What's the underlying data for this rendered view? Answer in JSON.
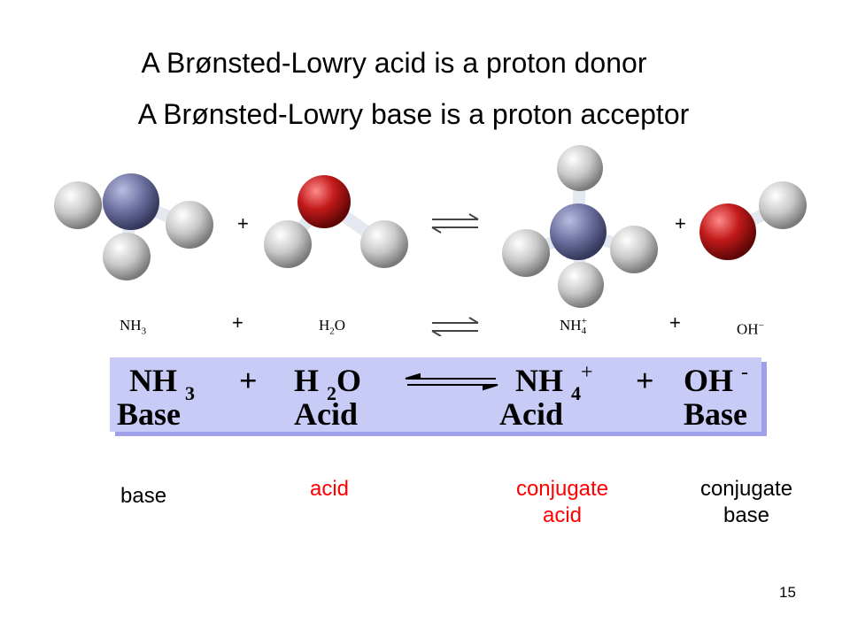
{
  "titles": {
    "acid_definition": "A Brønsted-Lowry acid is a proton donor",
    "base_definition": "A Brønsted-Lowry base is a proton acceptor"
  },
  "small_equation": {
    "nh3": {
      "main": "NH",
      "sub": "3"
    },
    "plus": "+",
    "h2o": {
      "a": "H",
      "sub": "2",
      "b": "O"
    },
    "nh4": {
      "main": "NH",
      "sup": "+",
      "sub": "4"
    },
    "oh": {
      "main": "OH",
      "sup": "−"
    }
  },
  "equation_box": {
    "nh3": {
      "main": "NH",
      "sub": "3"
    },
    "h2o": {
      "a": "H",
      "sub": "2",
      "b": "O"
    },
    "nh4": {
      "main": "NH",
      "sub": "4",
      "sup": "+"
    },
    "oh": {
      "main": "OH",
      "sup": "-"
    },
    "plus": "+",
    "roles": [
      "Base",
      "Acid",
      "Acid",
      "Base"
    ],
    "color_fill": "#c9cbf7",
    "color_shadow": "#9ea0ec"
  },
  "labels": {
    "base": "base",
    "acid": "acid",
    "conj_acid_1": "conjugate",
    "conj_acid_2": "acid",
    "conj_base_1": "conjugate",
    "conj_base_2": "base"
  },
  "colors": {
    "nitrogen": "#6b6f9e",
    "oxygen": "#c21a1a",
    "hydrogen": "#c8c8c8",
    "bond": "#e4e8f0",
    "red_label": "#ff0000"
  },
  "page_number": "15"
}
